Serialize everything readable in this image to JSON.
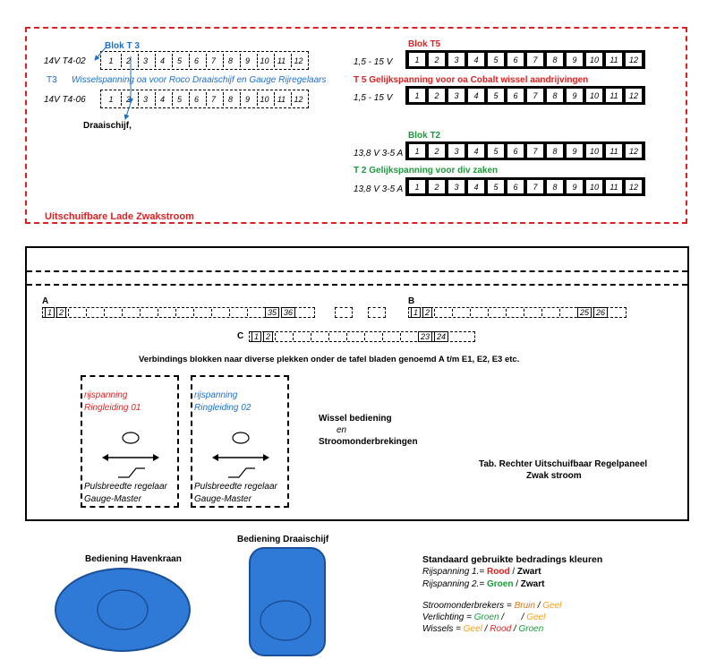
{
  "drawer": {
    "title": "Uitschuifbare Lade Zwakstroom",
    "blok_t3": {
      "title": "Blok T 3",
      "desc_prefix": "T3",
      "desc": "Wisselspanning oa voor Roco Draaischijf en Gauge  Rijregelaars",
      "row1_label": "14V T4-02",
      "row2_label": "14V T4-06",
      "draaischijf": "Draaischijf,"
    },
    "blok_t5": {
      "title": "Blok T5",
      "desc": "T 5 Gelijkspanning  voor oa Cobalt wissel aandrijvingen",
      "row1_label": "1,5 - 15 V",
      "row2_label": "1,5 - 15 V"
    },
    "blok_t2": {
      "title": "Blok T2",
      "desc": "T 2 Gelijkspanning  voor div zaken",
      "row1_label": "13,8 V  3-5 A",
      "row2_label": "13,8 V  3-5 A"
    },
    "terminals": [
      "1",
      "2",
      "3",
      "4",
      "5",
      "6",
      "7",
      "8",
      "9",
      "10",
      "11",
      "12"
    ]
  },
  "panel": {
    "block_a": {
      "label": "A",
      "first": [
        "1",
        "2"
      ],
      "last": [
        "35",
        "36"
      ]
    },
    "block_b": {
      "label": "B",
      "first": [
        "1",
        "2"
      ],
      "last": [
        "25",
        "26"
      ]
    },
    "block_c": {
      "label": "C",
      "first": [
        "1",
        "2"
      ],
      "last": [
        "23",
        "24"
      ]
    },
    "verbindings_text": "Verbindings blokken naar diverse plekken onder de tafel bladen genoemd A t/m E1, E2, E3 etc.",
    "controller1": {
      "line1": "rijspanning",
      "line2": "Ringleiding 01",
      "line3": "Pulsbreedte regelaar",
      "line4": "Gauge-Master"
    },
    "controller2": {
      "line1": "rijspanning",
      "line2": "Ringleiding 02",
      "line3": "Pulsbreedte regelaar",
      "line4": "Gauge-Master"
    },
    "wissel_line1": "Wissel bediening",
    "wissel_line2": "en",
    "wissel_line3": "Stroomonderbrekingen",
    "tab_line1": "Tab. Rechter Uitschuifbaar Regelpaneel",
    "tab_line2": "Zwak stroom"
  },
  "bottom": {
    "havenkraan": "Bediening Havenkraan",
    "draaischijf": "Bediening Draaischijf",
    "legend_title": "Standaard gebruikte bedradings kleuren",
    "rij1_prefix": "Rijspanning 1.=",
    "rij1_c1": "Rood",
    "rij1_sep": "/",
    "rij1_c2": "Zwart",
    "rij2_prefix": "Rijspanning 2.=",
    "rij2_c1": "Groen",
    "rij2_sep": "/",
    "rij2_c2": "Zwart",
    "stroom_prefix": "Stroomonderbrekers =",
    "stroom_c1": "Bruin",
    "stroom_sep": "/",
    "stroom_c2": "Geel",
    "verl_prefix": "Verlichting =",
    "verl_c1": "Groen",
    "verl_sep1": "/",
    "verl_sep2": "/",
    "verl_c2": "Geel",
    "wis_prefix": "Wissels =",
    "wis_c1": "Geel",
    "wis_sep1": "/",
    "wis_c2": "Rood",
    "wis_sep2": "/",
    "wis_c3": "Groen"
  },
  "colors": {
    "red": "#e02020",
    "blue": "#1a6fd0",
    "green": "#1a9a3a",
    "oval_fill": "#2f7ad6",
    "oval_stroke": "#1a4f9a"
  }
}
